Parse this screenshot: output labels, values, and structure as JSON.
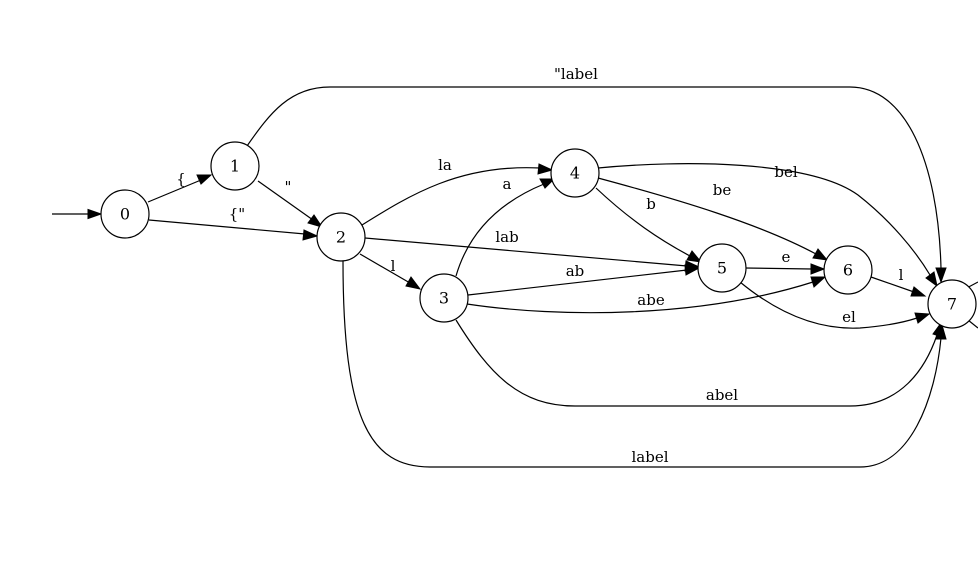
{
  "graph": {
    "nodes": [
      {
        "id": "0",
        "label": "0"
      },
      {
        "id": "1",
        "label": "1"
      },
      {
        "id": "2",
        "label": "2"
      },
      {
        "id": "3",
        "label": "3"
      },
      {
        "id": "4",
        "label": "4"
      },
      {
        "id": "5",
        "label": "5"
      },
      {
        "id": "6",
        "label": "6"
      },
      {
        "id": "7",
        "label": "7"
      }
    ],
    "edges": [
      {
        "from": "start",
        "to": "0",
        "label": ""
      },
      {
        "from": "0",
        "to": "1",
        "label": "{"
      },
      {
        "from": "0",
        "to": "2",
        "label": "{\""
      },
      {
        "from": "1",
        "to": "2",
        "label": "\""
      },
      {
        "from": "1",
        "to": "7",
        "label": "\"label"
      },
      {
        "from": "2",
        "to": "4",
        "label": "la"
      },
      {
        "from": "2",
        "to": "5",
        "label": "lab"
      },
      {
        "from": "2",
        "to": "3",
        "label": "l"
      },
      {
        "from": "2",
        "to": "7",
        "label": "label"
      },
      {
        "from": "3",
        "to": "4",
        "label": "a"
      },
      {
        "from": "3",
        "to": "5",
        "label": "ab"
      },
      {
        "from": "3",
        "to": "6",
        "label": "abe"
      },
      {
        "from": "3",
        "to": "7",
        "label": "abel"
      },
      {
        "from": "4",
        "to": "5",
        "label": "b"
      },
      {
        "from": "4",
        "to": "6",
        "label": "be"
      },
      {
        "from": "4",
        "to": "7",
        "label": "bel"
      },
      {
        "from": "5",
        "to": "6",
        "label": "e"
      },
      {
        "from": "5",
        "to": "7",
        "label": "el"
      },
      {
        "from": "6",
        "to": "7",
        "label": "l"
      }
    ]
  }
}
